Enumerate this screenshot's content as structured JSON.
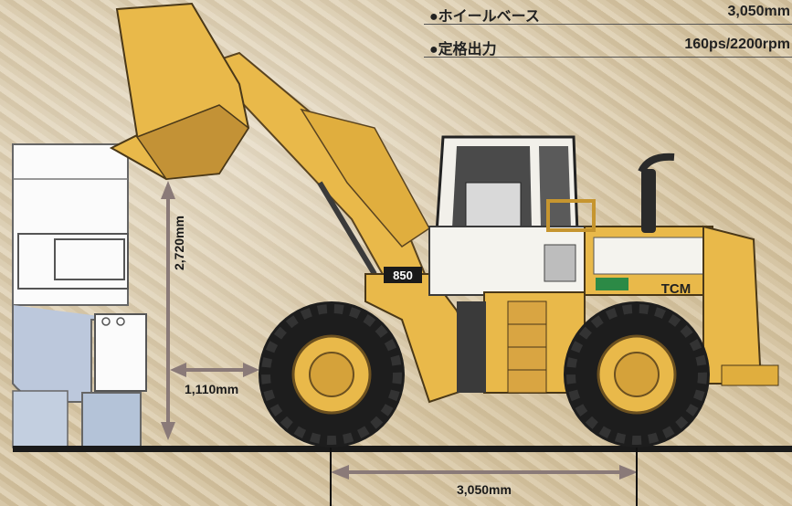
{
  "specs": [
    {
      "label": "●ホイールベース",
      "value": "3,050mm"
    },
    {
      "label": "●定格出力",
      "value": "160ps/2200rpm"
    }
  ],
  "dimensions": {
    "height": "2,720mm",
    "clearance": "1,110mm",
    "wheelbase": "3,050mm"
  },
  "machine": {
    "model_number": "850",
    "brand": "TCM"
  },
  "colors": {
    "machine_yellow": "#e9b94a",
    "tire": "#1d1d1d",
    "dimension_line": "#8a7a78"
  }
}
